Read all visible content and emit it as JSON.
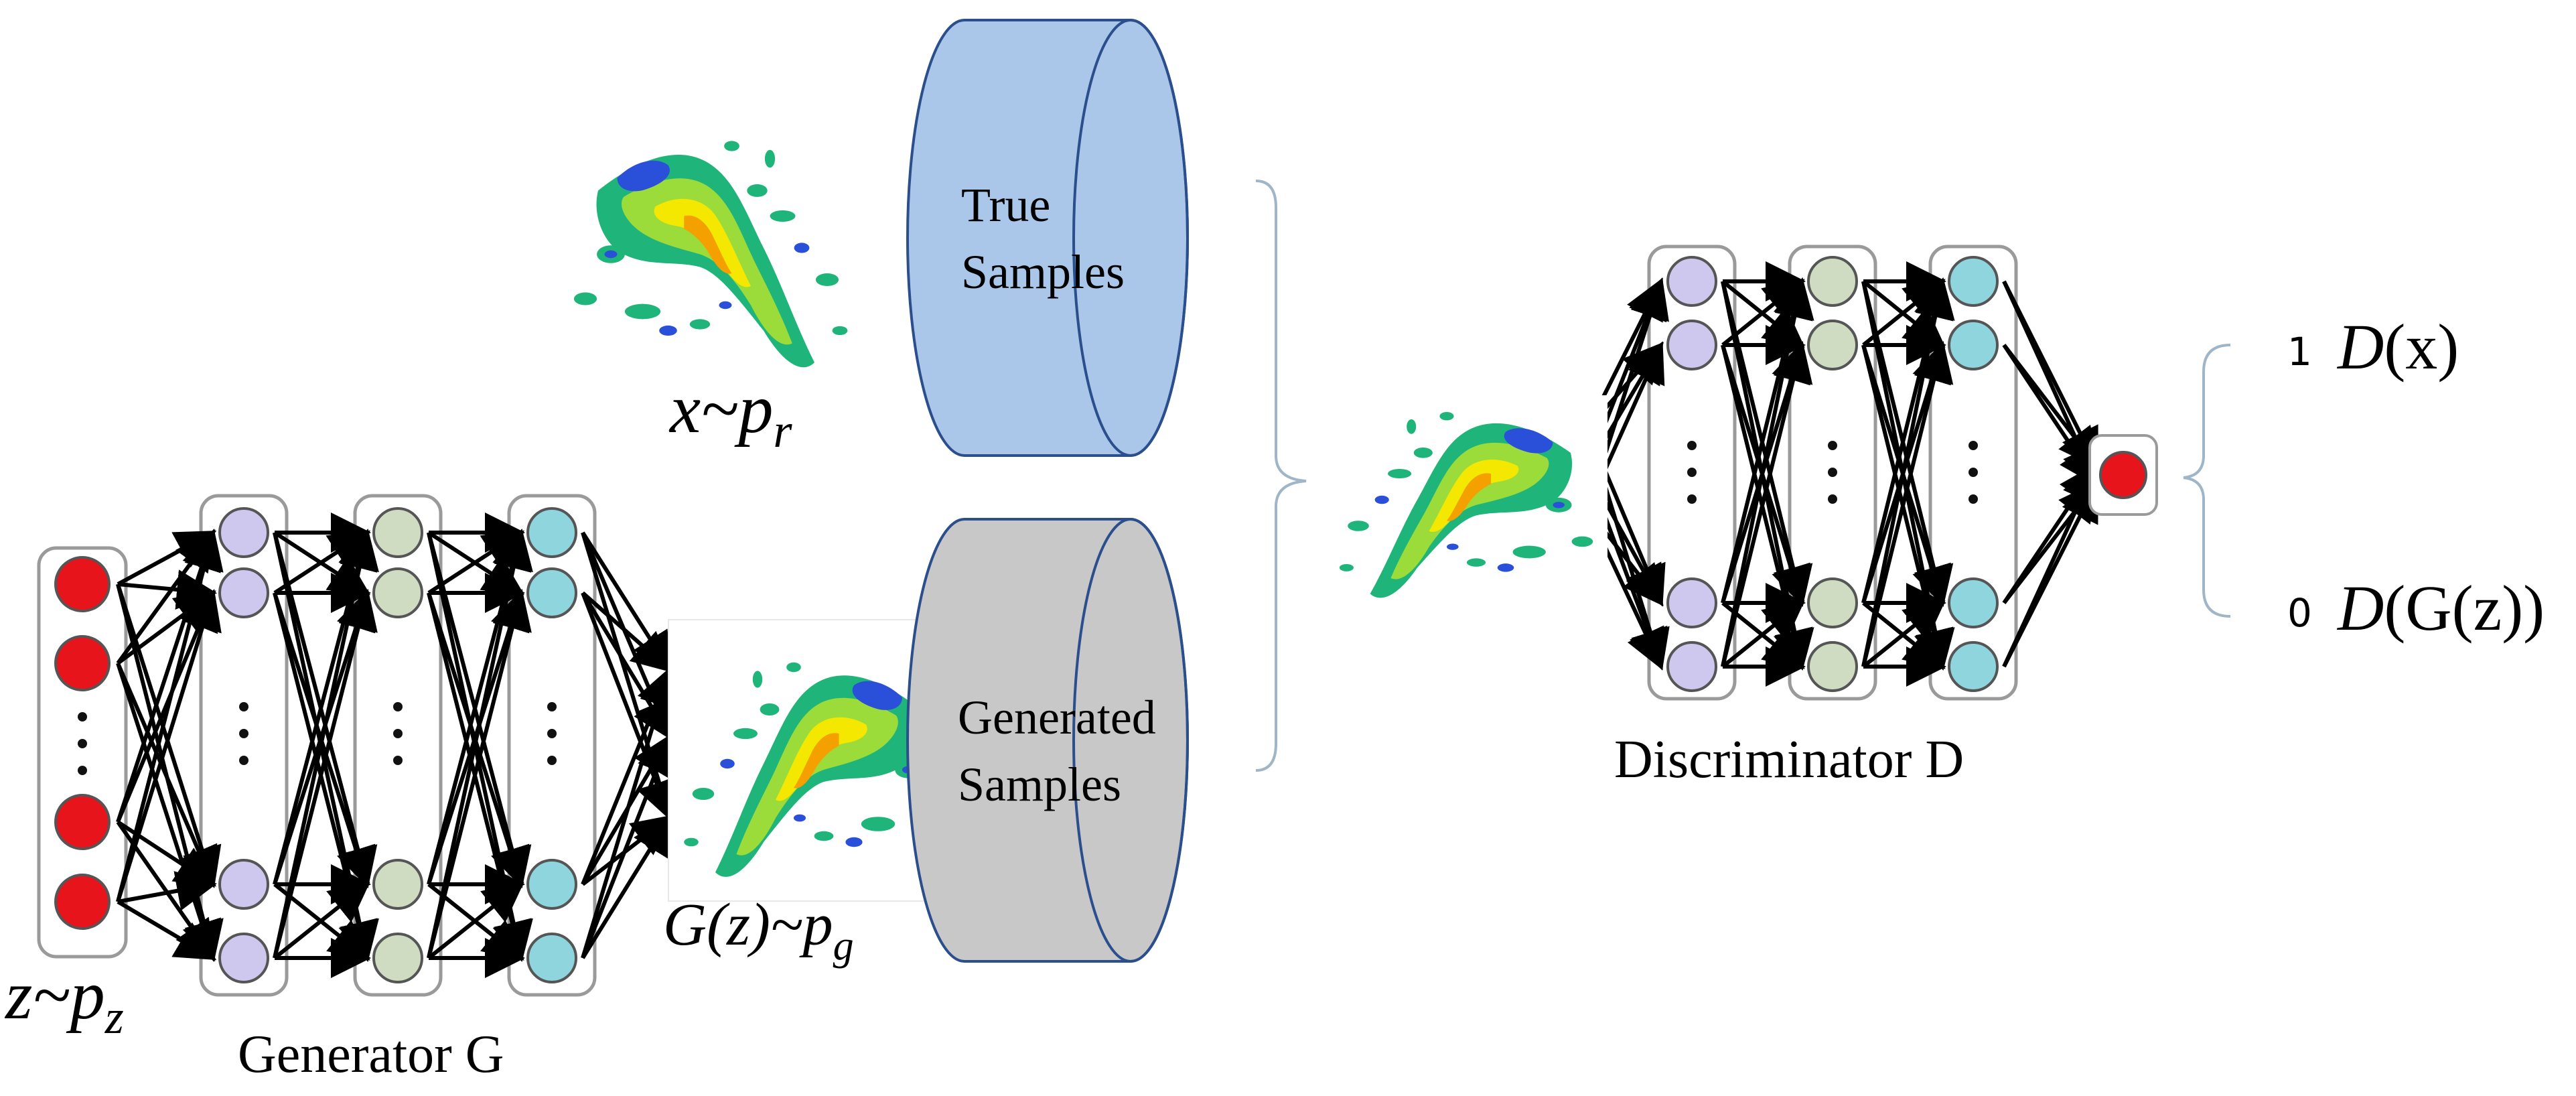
{
  "labels": {
    "true_samples_line1": "True",
    "true_samples_line2": "Samples",
    "generated_samples_line1": "Generated",
    "generated_samples_line2": "Samples",
    "generator": "Generator G",
    "discriminator": "Discriminator D",
    "real_dist": {
      "var": "x",
      "tilde": "~",
      "p": "p",
      "sub": "r"
    },
    "latent_dist": {
      "var": "z",
      "tilde": "~",
      "p": "p",
      "sub": "z"
    },
    "gen_dist": {
      "var": "G(z)",
      "tilde": "~",
      "p": "p",
      "sub": "g"
    },
    "output_real_value": "1",
    "output_real_label": {
      "d": "D",
      "arg": "(x)"
    },
    "output_fake_value": "0",
    "output_fake_label": {
      "d": "D",
      "arg": "(G(z))"
    }
  },
  "colors": {
    "input_node": "#e8141b",
    "layer1_node": "#cfc8ee",
    "layer2_node": "#cfdcc2",
    "layer3_node": "#8fd5dd",
    "true_cylinder": "#aac6e8",
    "generated_cylinder": "#c8c8c8",
    "cylinder_edge": "#2b4e8c",
    "layer_frame": "#9a9a9a",
    "bracket": "#9fb5c8"
  },
  "icons": {
    "true_sample": "radar-heatmap-icon",
    "generated_sample": "radar-heatmap-icon",
    "discriminator_input": "radar-heatmap-icon",
    "ellipsis": "vertical-dots-icon"
  }
}
